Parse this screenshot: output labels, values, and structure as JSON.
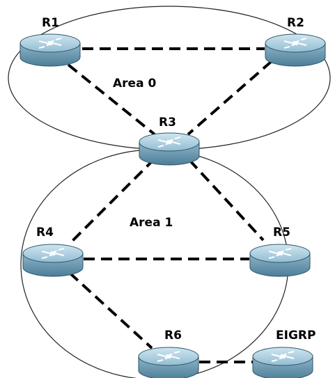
{
  "areas": [
    {
      "id": "area0",
      "label": "Area 0"
    },
    {
      "id": "area1",
      "label": "Area 1"
    }
  ],
  "routers": [
    {
      "id": "r1",
      "label": "R1"
    },
    {
      "id": "r2",
      "label": "R2"
    },
    {
      "id": "r3",
      "label": "R3"
    },
    {
      "id": "r4",
      "label": "R4"
    },
    {
      "id": "r5",
      "label": "R5"
    },
    {
      "id": "r6",
      "label": "R6"
    },
    {
      "id": "eigrp",
      "label": "EIGRP"
    }
  ],
  "links": [
    {
      "from": "R1",
      "to": "R2"
    },
    {
      "from": "R1",
      "to": "R3"
    },
    {
      "from": "R2",
      "to": "R3"
    },
    {
      "from": "R3",
      "to": "R4"
    },
    {
      "from": "R3",
      "to": "R5"
    },
    {
      "from": "R4",
      "to": "R5"
    },
    {
      "from": "R4",
      "to": "R6"
    },
    {
      "from": "R6",
      "to": "EIGRP"
    }
  ],
  "colors": {
    "router_body": "#5f8fa8",
    "router_top": "#a9cfe0",
    "router_edge": "#2f5567",
    "link": "#000000"
  }
}
